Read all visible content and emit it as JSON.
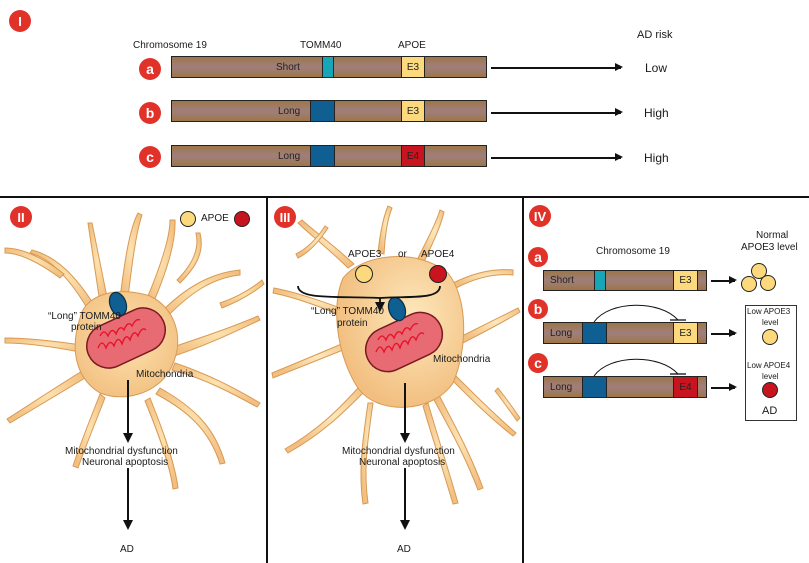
{
  "colors": {
    "badge_red": "#e1322a",
    "chromosome_brown": "#9c7648",
    "tomm40_short": "#17a6b8",
    "tomm40_long": "#0f5f93",
    "apoe_e3": "#fbd97c",
    "apoe_e4": "#c8141e",
    "neuron": "#f5c98a",
    "mitochondria": "#e05560"
  },
  "panel1": {
    "badge": "I",
    "chromosome_label": "Chromosome 19",
    "tomm40_label": "TOMM40",
    "apoe_label": "APOE",
    "risk_header": "AD risk",
    "rows": [
      {
        "letter": "a",
        "tomm40": "Short",
        "apoe": "E3",
        "risk": "Low"
      },
      {
        "letter": "b",
        "tomm40": "Long",
        "apoe": "E3",
        "risk": "High"
      },
      {
        "letter": "c",
        "tomm40": "Long",
        "apoe": "E4",
        "risk": "High"
      }
    ]
  },
  "panel2": {
    "badge": "II",
    "legend_label": "APOE",
    "protein_label_line1": "“Long” TOMM40",
    "protein_label_line2": "protein",
    "mito_label": "Mitochondria",
    "outcome_line1": "Mitochondrial dysfunction",
    "outcome_line2": "Neuronal apoptosis",
    "final": "AD"
  },
  "panel3": {
    "badge": "III",
    "apoe3_label": "APOE3",
    "or_label": "or",
    "apoe4_label": "APOE4",
    "protein_label_line1": "“Long” TOMM40",
    "protein_label_line2": "protein",
    "mito_label": "Mitochondria",
    "outcome_line1": "Mitochondrial dysfunction",
    "outcome_line2": "Neuronal apoptosis",
    "final": "AD"
  },
  "panel4": {
    "badge": "IV",
    "chromosome_label": "Chromosome 19",
    "normal_label_line1": "Normal",
    "normal_label_line2": "APOE3 level",
    "rows": [
      {
        "letter": "a",
        "tomm40": "Short",
        "apoe": "E3"
      },
      {
        "letter": "b",
        "tomm40": "Long",
        "apoe": "E3"
      },
      {
        "letter": "c",
        "tomm40": "Long",
        "apoe": "E4"
      }
    ],
    "low_apoe3_line1": "Low APOE3",
    "low_apoe3_line2": "level",
    "low_apoe4_line1": "Low APOE4",
    "low_apoe4_line2": "level",
    "box_result": "AD"
  }
}
